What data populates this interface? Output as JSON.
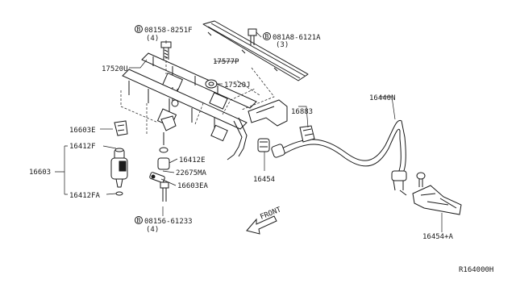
{
  "diagram": {
    "callouts": {
      "p08158": "08158-8251F",
      "p08158_qty": "(4)",
      "p081a8": "081A8-6121A",
      "p081a8_qty": "(3)",
      "p17577p": "17577P",
      "p17520u": "17520U",
      "p17520j": "17520J",
      "p16883": "16883",
      "p16440n": "16440N",
      "p16603e": "16603E",
      "p16412f": "16412F",
      "p16603": "16603",
      "p16412fa": "16412FA",
      "p16412e": "16412E",
      "p22675ma": "22675MA",
      "p16603ea": "16603EA",
      "p16454": "16454",
      "p08156": "08156-61233",
      "p08156_qty": "(4)",
      "p16454a": "16454+A",
      "front": "FRONT",
      "ref": "R164000H"
    },
    "bolt_symbol": "B"
  }
}
